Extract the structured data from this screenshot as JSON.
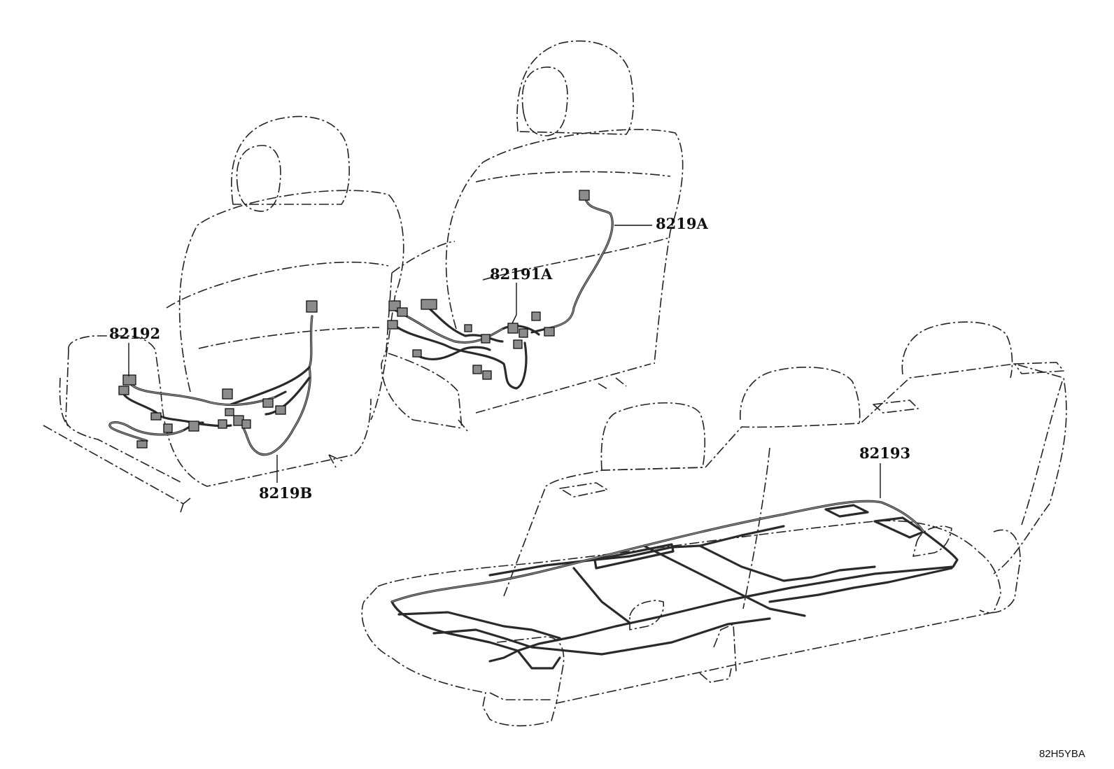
{
  "callouts": {
    "part_82192": "82192",
    "part_8219B": "8219B",
    "part_82191A": "82191A",
    "part_8219A": "8219A",
    "part_82193": "82193"
  },
  "diagram_code": "82H5YBA"
}
